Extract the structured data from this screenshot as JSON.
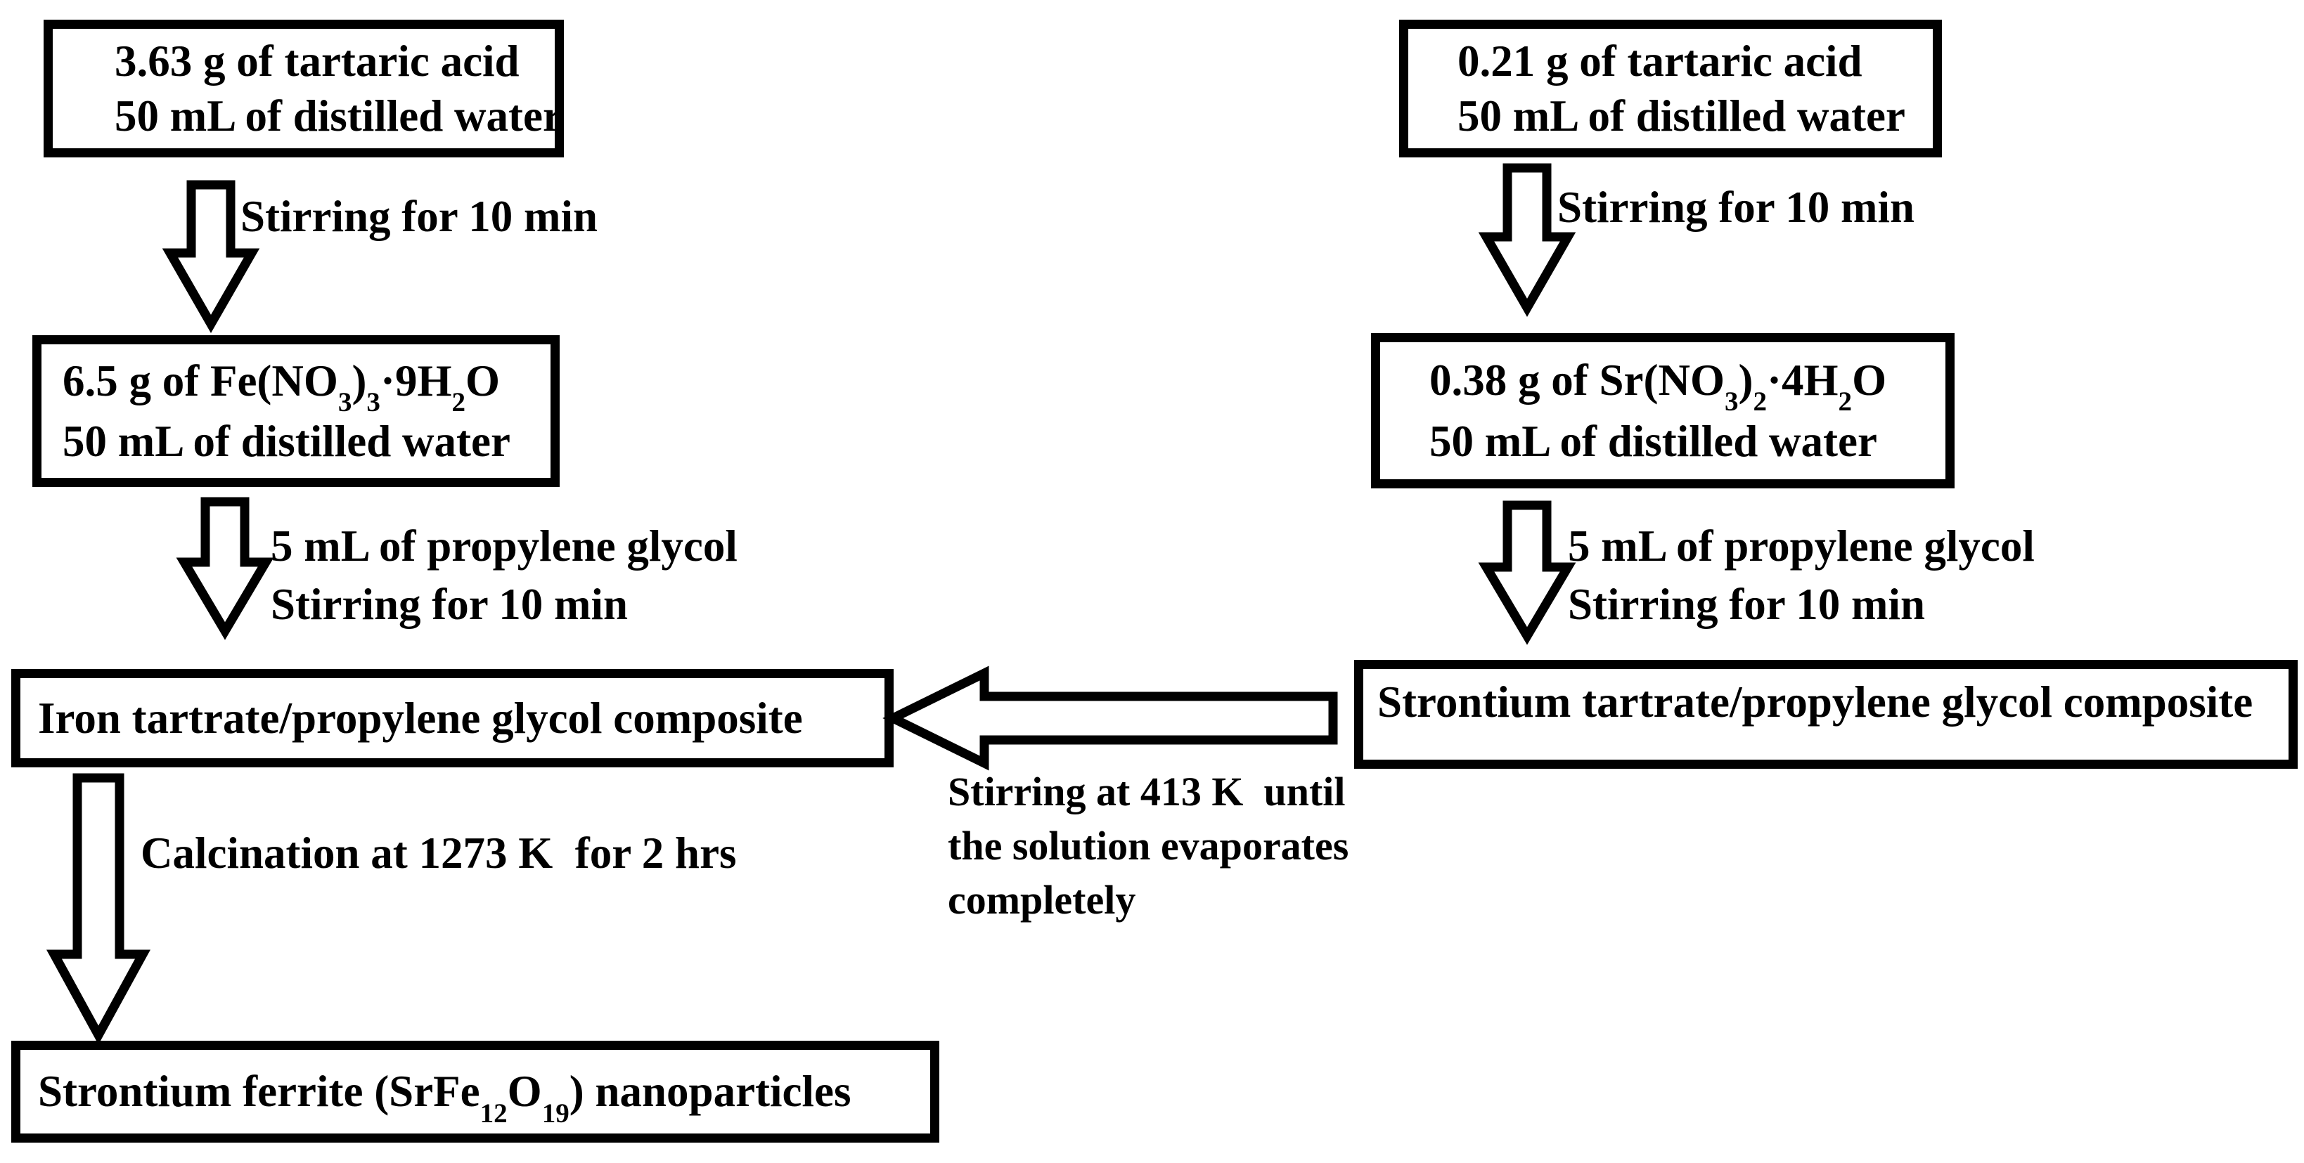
{
  "theme": {
    "ink": "#000000",
    "paper": "#ffffff"
  },
  "icons": {
    "down_arrow": "hollow-block-arrow-down",
    "left_arrow": "hollow-block-arrow-left"
  },
  "left": {
    "box1": {
      "lines": [
        [
          {
            "text": "3.63 g of tartaric acid"
          }
        ],
        [
          {
            "text": "50 mL of distilled water"
          }
        ]
      ]
    },
    "arrow1_label": {
      "lines": [
        [
          {
            "text": "Stirring for 10 min"
          }
        ]
      ]
    },
    "box2": {
      "lines": [
        [
          {
            "text": "6.5 g of Fe(NO"
          },
          {
            "sub": "3"
          },
          {
            "text": ")"
          },
          {
            "sub": "3"
          },
          {
            "text": "·9H"
          },
          {
            "sub": "2"
          },
          {
            "text": "O"
          }
        ],
        [
          {
            "text": "50 mL of distilled water"
          }
        ]
      ]
    },
    "arrow2_label": {
      "lines": [
        [
          {
            "text": "5 mL of propylene glycol"
          }
        ],
        [
          {
            "text": "Stirring for 10 min"
          }
        ]
      ]
    },
    "box3": {
      "lines": [
        [
          {
            "text": "Iron tartrate/propylene glycol composite"
          }
        ]
      ]
    },
    "arrow3_label": {
      "lines": [
        [
          {
            "text": "Calcination at 1273 K  for 2 hrs"
          }
        ]
      ]
    },
    "box4": {
      "lines": [
        [
          {
            "text": "Strontium ferrite (SrFe"
          },
          {
            "sub": "12"
          },
          {
            "text": "O"
          },
          {
            "sub": "19"
          },
          {
            "text": ") nanoparticles"
          }
        ]
      ]
    }
  },
  "right": {
    "box1": {
      "lines": [
        [
          {
            "text": "0.21 g of tartaric acid"
          }
        ],
        [
          {
            "text": "50 mL of distilled water"
          }
        ]
      ]
    },
    "arrow1_label": {
      "lines": [
        [
          {
            "text": "Stirring for 10 min"
          }
        ]
      ]
    },
    "box2": {
      "lines": [
        [
          {
            "text": "0.38 g of Sr(NO"
          },
          {
            "sub": "3"
          },
          {
            "text": ")"
          },
          {
            "sub": "2"
          },
          {
            "text": "·4H"
          },
          {
            "sub": "2"
          },
          {
            "text": "O"
          }
        ],
        [
          {
            "text": "50 mL of distilled water"
          }
        ]
      ]
    },
    "arrow2_label": {
      "lines": [
        [
          {
            "text": "5 mL of propylene glycol"
          }
        ],
        [
          {
            "text": "Stirring for 10 min"
          }
        ]
      ]
    },
    "box3": {
      "lines": [
        [
          {
            "text": "Strontium tartrate/propylene glycol composite"
          }
        ]
      ]
    },
    "merge_label": {
      "lines": [
        [
          {
            "text": "Stirring at 413 K  until"
          }
        ],
        [
          {
            "text": "the solution evaporates"
          }
        ],
        [
          {
            "text": "completely"
          }
        ]
      ]
    }
  }
}
